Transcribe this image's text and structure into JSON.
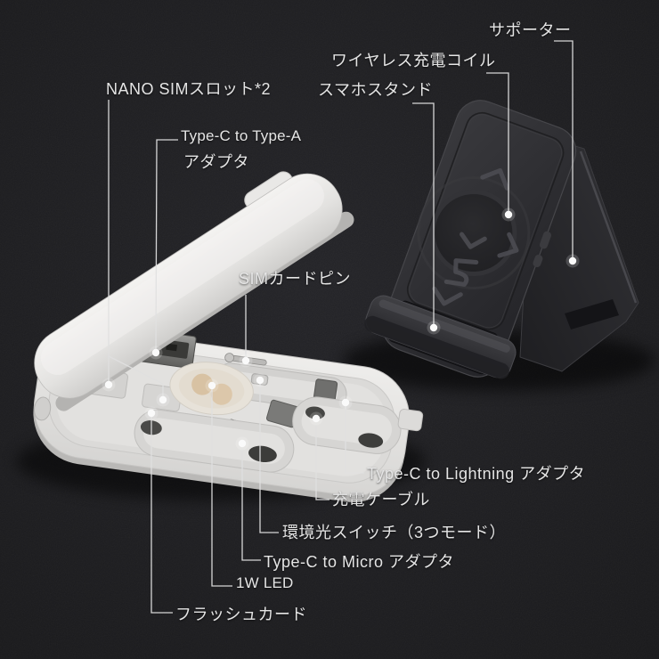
{
  "scene": {
    "background_color": "#1d1d1f",
    "label_color": "#e5e5e5",
    "leader_line_color": "#e0e0e0",
    "white_device_color": "#e6e5e3",
    "black_device_color": "#2c2c2f",
    "led_lens_color": "#d9c3a4"
  },
  "annotations": {
    "supporter": "サポーター",
    "wireless_coil": "ワイヤレス充電コイル",
    "phone_stand": "スマホスタンド",
    "nano_sim_slot": "NANO SIMスロット*2",
    "typec_to_typea_line1": "Type-C to Type-A",
    "typec_to_typea_line2": "アダプタ",
    "sim_card_pin": "SIMカードピン",
    "typec_to_lightning": "Type-C to Lightning アダプタ",
    "charging_cable": "充電ケーブル",
    "ambient_light_switch": "環境光スイッチ（3つモード）",
    "typec_to_micro": "Type-C  to Micro アダプタ",
    "led_1w": "1W LED",
    "flash_card": "フラッシュカード"
  }
}
